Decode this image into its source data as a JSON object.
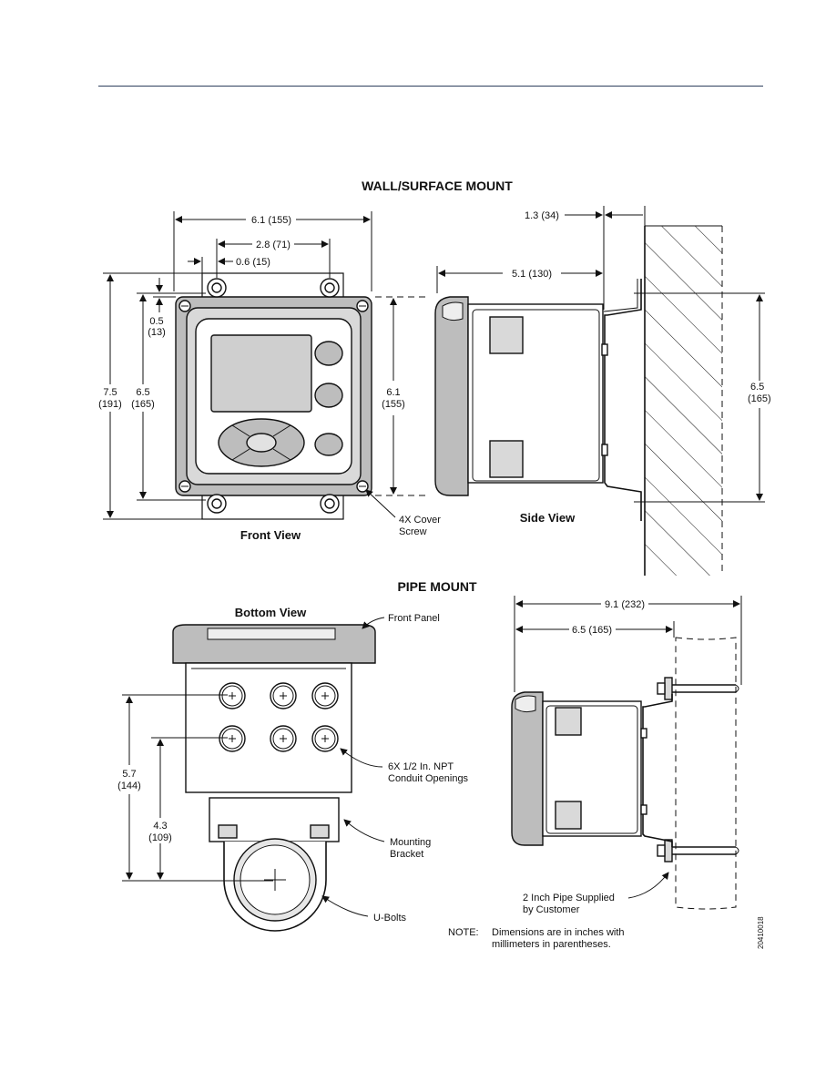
{
  "sections": {
    "wall_title": "WALL/SURFACE MOUNT",
    "pipe_title": "PIPE MOUNT"
  },
  "views": {
    "front": "Front View",
    "side": "Side View",
    "bottom": "Bottom View"
  },
  "dimensions": {
    "front_width": "6.1 (155)",
    "hole_spacing": "2.8 (71)",
    "hole_offset": "0.6 (15)",
    "overall_h_in": "7.5",
    "overall_h_mm": "(191)",
    "hole_h_in": "6.5",
    "hole_h_mm": "(165)",
    "top_off_in": "0.5",
    "top_off_mm": "(13)",
    "panel_h_in": "6.1",
    "panel_h_mm": "(155)",
    "standoff": "1.3 (34)",
    "depth": "5.1 (130)",
    "side_h_in": "6.5",
    "side_h_mm": "(165)",
    "pipe_overall": "9.1 (232)",
    "pipe_depth": "6.5 (165)",
    "bottom_h_in": "5.7",
    "bottom_h_mm": "(144)",
    "bottom_h2_in": "4.3",
    "bottom_h2_mm": "(109)"
  },
  "callouts": {
    "cover_screw_1": "4X Cover",
    "cover_screw_2": "Screw",
    "front_panel": "Front Panel",
    "conduit_1": "6X 1/2 In. NPT",
    "conduit_2": "Conduit Openings",
    "bracket_1": "Mounting",
    "bracket_2": "Bracket",
    "ubolts": "U-Bolts",
    "pipe_1": "2 Inch Pipe Supplied",
    "pipe_2": "by Customer"
  },
  "note": {
    "label": "NOTE:",
    "line1": "Dimensions are in inches with",
    "line2": "millimeters in parentheses."
  },
  "figure_id": "20410018"
}
